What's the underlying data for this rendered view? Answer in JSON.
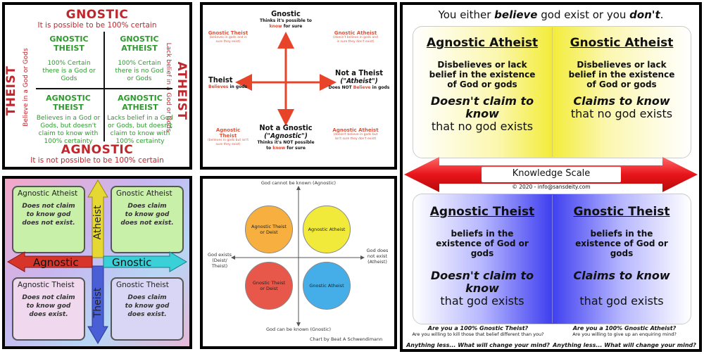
{
  "p1": {
    "top_title": "GNOSTIC",
    "top_sub": "It is possible to be 100% certain",
    "bottom_title": "AGNOSTIC",
    "bottom_sub": "It is not possible to be 100% certain",
    "left_title": "THEIST",
    "left_sub": "Believe in a God or Gods",
    "right_title": "ATHEIST",
    "right_sub": "Lack belief in a God or Gods",
    "q_tl_title": "GNOSTIC THEIST",
    "q_tl_text": "100% Certain there is a God or Gods",
    "q_tr_title": "GNOSTIC ATHEIST",
    "q_tr_text": "100% Certain there is no God or Gods",
    "q_bl_title": "AGNOSTIC THEIST",
    "q_bl_text": "Believes in a God or Gods, but doesn't claim to know with 100% certainty",
    "q_br_title": "AGNOSTIC ATHEIST",
    "q_br_text": "Lacks belief in a God or Gods, but doesn't claim to know with 100% certainty"
  },
  "p2": {
    "top": "Gnostic",
    "top_sub_a": "Thinks it's possible to",
    "top_sub_b": "know",
    "top_sub_c": "for sure",
    "left": "Theist",
    "left_sub_a": "Believes",
    "left_sub_b": "in gods",
    "right": "Not a Theist",
    "right_q": "(\"Atheist\")",
    "right_sub_a": "Does NOT",
    "right_sub_b": "Believe",
    "right_sub_c": "in gods",
    "bottom": "Not a Gnostic",
    "bottom_q": "(\"Agnostic\")",
    "bottom_sub_a": "Thinks it's NOT possible",
    "bottom_sub_b": "to",
    "bottom_sub_c": "know",
    "bottom_sub_d": "for sure",
    "tl": "Gnostic Theist",
    "tl_note": "(believes in gods and is sure they exist)",
    "tr": "Gnostic Atheist",
    "tr_note": "(doesn't believe in gods and is sure they don't exist)",
    "bl": "Agnostic Theist",
    "bl_note": "(believes in gods but isn't sure they exist)",
    "br": "Agnostic Atheist",
    "br_note": "(doesn't believe in gods but isn't sure they don't exist)",
    "accent": "#e8442a"
  },
  "p3": {
    "tl_title": "Agnostic Atheist",
    "tl_l1": "Does not claim",
    "tl_l2": "to know god",
    "tl_l3": "does not exist.",
    "tr_title": "Gnostic Atheist",
    "tr_l1": "Does claim",
    "tr_l2": "to know god",
    "tr_l3": "does not exist.",
    "bl_title": "Agnostic Theist",
    "bl_l1": "Does not claim",
    "bl_l2": "to know god",
    "bl_l3": "does exist.",
    "br_title": "Gnostic Theist",
    "br_l1": "Does claim",
    "br_l2": "to know god",
    "br_l3": "does exist.",
    "axis_atheist": "Atheist",
    "axis_theist": "Theist",
    "axis_agnostic": "Agnostic",
    "axis_gnostic": "Gnostic"
  },
  "p4": {
    "top": "God cannot be known (Agnostic)",
    "bottom": "God can be known (Gnostic)",
    "left_a": "God exists",
    "left_b": "(Deist/",
    "left_c": "Theist)",
    "right_a": "God does",
    "right_b": "not exist",
    "right_c": "(Atheist)",
    "c1": "Agnostic Theist or Deist",
    "c2": "Agnostic Atheist",
    "c3": "Gnostic Theist or Deist",
    "c4": "Gnostic Atheist",
    "credit": "Chart by Beat A Schwendimann",
    "c1_color": "#f7b040",
    "c2_color": "#f2ea3a",
    "c3_color": "#e8584a",
    "c4_color": "#45aee8"
  },
  "p5": {
    "title_a": "You either ",
    "title_b": "believe",
    "title_c": " god exist or you ",
    "title_d": "don't",
    "title_e": ".",
    "tl_h": "Agnostic Atheist",
    "tl_m": "Disbelieves or lack belief in the existence of God or gods",
    "tl_c": "Doesn't claim to know",
    "tl_e": "that no god exists",
    "tr_h": "Gnostic Atheist",
    "tr_m": "Disbelieves or lack belief in the existence of God or gods",
    "tr_c": "Claims to know",
    "tr_e": "that no god exists",
    "scale": "Knowledge Scale",
    "copy": "© 2020 - info@sansdeity.com",
    "bl_h": "Agnostic Theist",
    "bl_m": "beliefs in the existence of God or gods",
    "bl_c": "Doesn't claim to know",
    "bl_e": "that god exists",
    "br_h": "Gnostic Theist",
    "br_m": "beliefs in the existence of God or gods",
    "br_c": "Claims to know",
    "br_e": "that god exists",
    "q1": "Are you a 100% Gnostic Theist?",
    "q1b": "Are you willing to kill those that belief different than you?",
    "q2": "Are you a 100% Gnostic Atheist?",
    "q2b": "Are you willing to give up an enquiring mind?",
    "f1": "Anything less... What will change your mind?",
    "f2": "Anything less... What will change your mind?"
  }
}
